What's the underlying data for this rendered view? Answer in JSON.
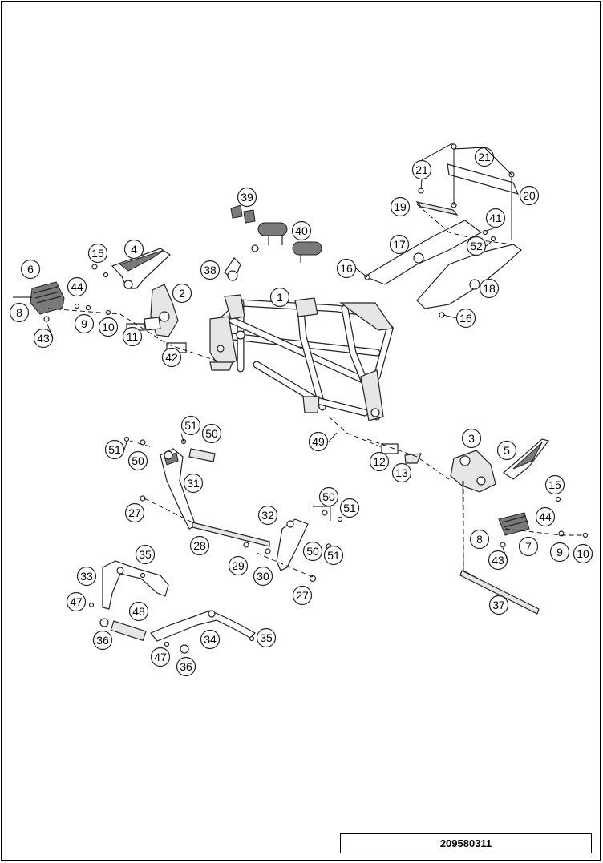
{
  "diagram": {
    "part_number": "209580311",
    "callouts": [
      "1",
      "2",
      "3",
      "4",
      "5",
      "6",
      "7",
      "8",
      "9",
      "10",
      "11",
      "12",
      "13",
      "15",
      "16",
      "17",
      "18",
      "19",
      "20",
      "21",
      "27",
      "28",
      "29",
      "30",
      "31",
      "32",
      "33",
      "34",
      "35",
      "36",
      "37",
      "38",
      "39",
      "40",
      "41",
      "42",
      "43",
      "44",
      "47",
      "48",
      "49",
      "50",
      "51",
      "52"
    ]
  }
}
